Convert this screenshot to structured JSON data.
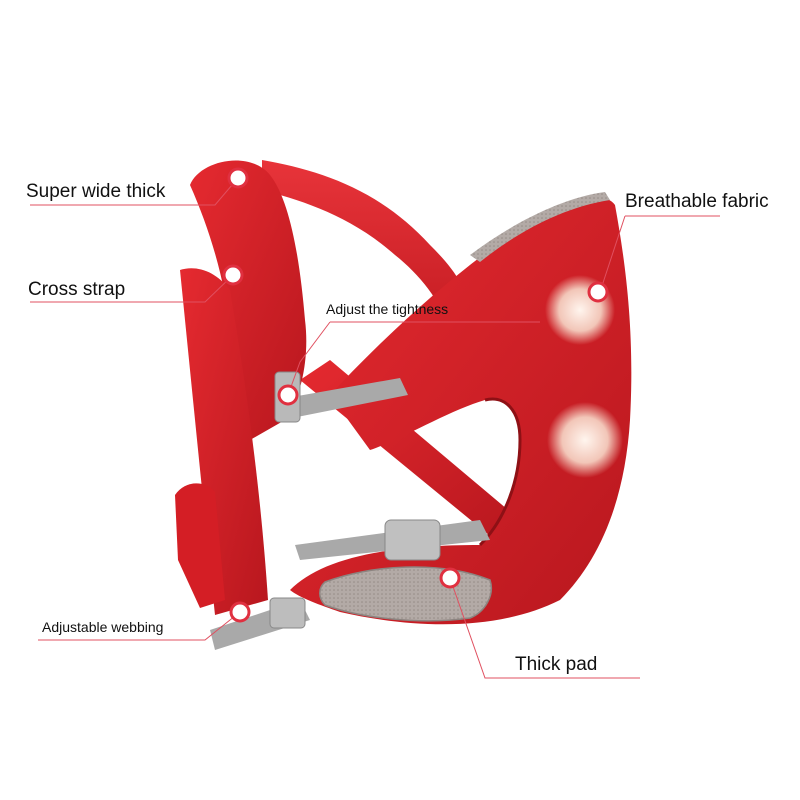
{
  "callouts": {
    "super_wide_thick": "Super wide thick",
    "cross_strap": "Cross strap",
    "adjust_tightness": "Adjust the tightness",
    "adjustable_webbing": "Adjustable webbing",
    "breathable_fabric": "Breathable fabric",
    "thick_pad": "Thick pad"
  },
  "colors": {
    "fabric_red": "#d91f26",
    "fabric_dark": "#a8141b",
    "webbing_gray": "#a9a9a9",
    "callout_line": "#e05060",
    "marker_fill": "#ffffff",
    "marker_ring": "#e03040",
    "mesh": "#b8b0ac"
  }
}
